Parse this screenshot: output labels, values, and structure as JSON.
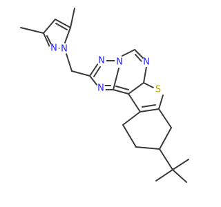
{
  "molecule": {
    "atoms": [
      {
        "id": "n_pz1",
        "symbol": "N",
        "color": "#2020ff"
      },
      {
        "id": "n_pz2",
        "symbol": "N",
        "color": "#2020ff"
      },
      {
        "id": "n_tz1",
        "symbol": "N",
        "color": "#2020ff"
      },
      {
        "id": "n_tz2",
        "symbol": "N",
        "color": "#2020ff"
      },
      {
        "id": "n_tz3",
        "symbol": "N",
        "color": "#2020ff"
      },
      {
        "id": "n_pym",
        "symbol": "N",
        "color": "#2020ff"
      },
      {
        "id": "s_thio",
        "symbol": "S",
        "color": "#b8a000"
      }
    ],
    "bond_color": "#3a3a3a",
    "background": "#ffffff"
  }
}
